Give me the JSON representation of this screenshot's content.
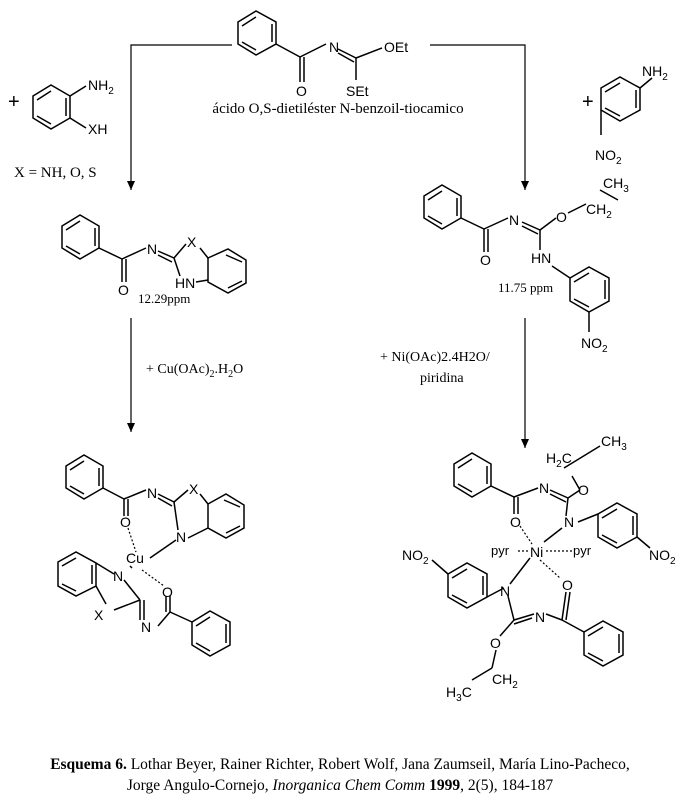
{
  "reagent_top": {
    "name": "ácido O,S-dietiléster N-benzoil-tiocamico",
    "atoms": {
      "n": "N",
      "oet": "OEt",
      "o": "O",
      "set": "SEt"
    }
  },
  "left_reactant": {
    "plus": "+",
    "nh2": "NH",
    "nh2_sub": "2",
    "xh": "XH",
    "x_def": "X = NH, O, S"
  },
  "right_reactant": {
    "plus": "+",
    "nh2": "NH",
    "nh2_sub": "2",
    "no2": "NO",
    "no2_sub": "2"
  },
  "left_product": {
    "atoms": {
      "n": "N",
      "x": "X",
      "o": "O",
      "hn": "HN"
    },
    "shift": "12.29ppm"
  },
  "right_product": {
    "atoms": {
      "o_ether": "O",
      "ch2": "CH",
      "ch2_sub": "2",
      "ch3": "CH",
      "ch3_sub": "3",
      "n": "N",
      "o": "O",
      "hn": "HN",
      "no2": "NO",
      "no2_sub": "2"
    },
    "shift": "11.75 ppm"
  },
  "left_reaction": {
    "reagent_prefix": "+ Cu(OAc)",
    "reagent_sub": "2",
    "reagent_suffix": ".H",
    "reagent_sub2": "2",
    "reagent_end": "O"
  },
  "right_reaction": {
    "reagent_line1": "+ Ni(OAc)2.4H2O/",
    "reagent_line2": "piridina"
  },
  "cu_complex": {
    "atoms": {
      "n_top": "N",
      "x_top": "X",
      "o_top": "O",
      "n_ring_top": "N",
      "cu": "Cu",
      "n_ring_bottom": "N",
      "o_bottom": "O",
      "x_bottom": "X",
      "n_bottom": "N"
    }
  },
  "ni_complex": {
    "atoms": {
      "h2c": "H",
      "h2c_sub": "2",
      "h2c_c": "C",
      "ch3_top": "CH",
      "ch3_top_sub": "3",
      "o_ether_top": "O",
      "n_top": "N",
      "o_top": "O",
      "n_aryl_top": "N",
      "ni": "Ni",
      "pyr_left": "pyr",
      "pyr_right": "pyr",
      "no2_left": "O",
      "no2_left_sub": "2",
      "no2_left_n": "N",
      "no2_right": "NO",
      "no2_right_sub": "2",
      "n_aryl_bottom": "N",
      "o_bottom": "O",
      "o_ether_bottom": "O",
      "n_bottom": "N",
      "ch2_bottom": "CH",
      "ch2_bottom_sub": "2",
      "h3c": "H",
      "h3c_sub": "3",
      "h3c_c": "C"
    }
  },
  "caption": {
    "label": "Esquema 6.",
    "authors_line1": " Lothar Beyer, Rainer Richter, Robert Wolf, Jana Zaumseil, María Lino-Pacheco,",
    "authors_line2": "Jorge Angulo-Cornejo, ",
    "journal": "Inorganica Chem Comm",
    "year": "1999",
    "details": ", 2(5), 184-187"
  }
}
